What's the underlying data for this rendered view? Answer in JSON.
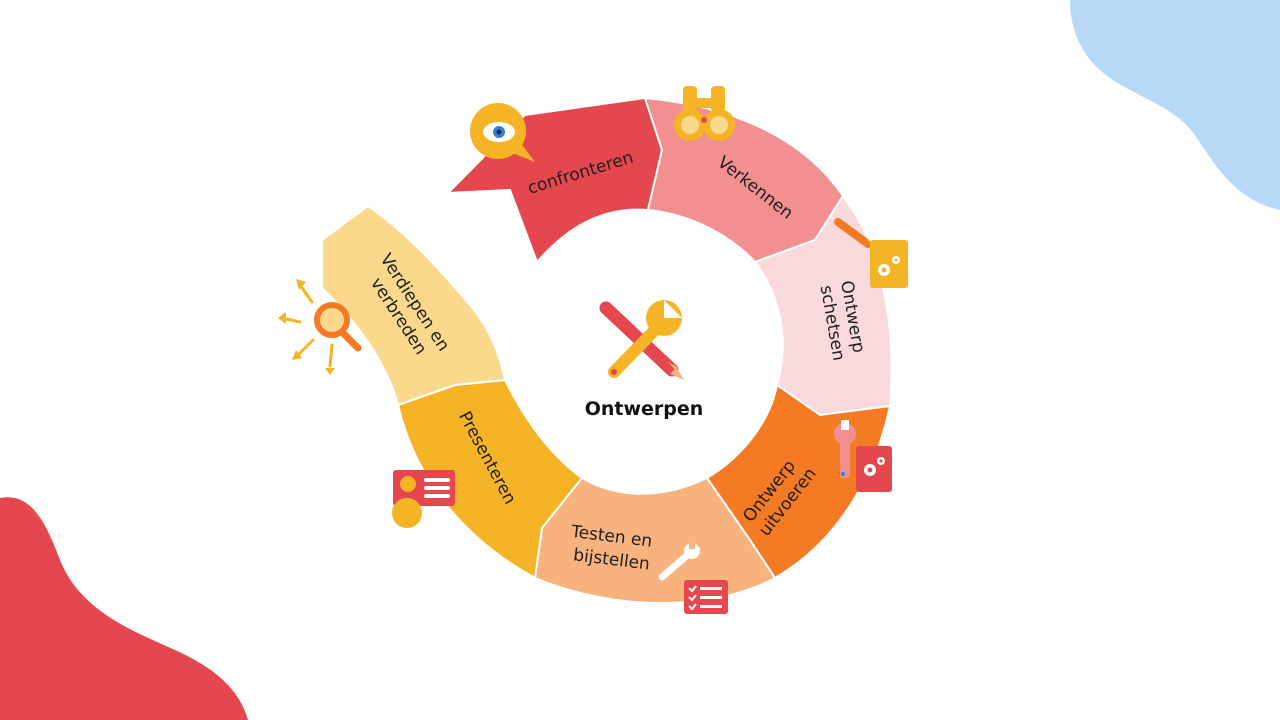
{
  "center": {
    "title": "Ontwerpen",
    "icon": "wrench-pencil-icon"
  },
  "segments": [
    {
      "id": "confronteren",
      "lines": [
        "confronteren"
      ],
      "color": "#E5474E",
      "icon": "eye-speech-bubble-icon"
    },
    {
      "id": "verkennen",
      "lines": [
        "Verkennen"
      ],
      "color": "#F28F90",
      "icon": "binoculars-icon"
    },
    {
      "id": "ontwerp-schetsen",
      "lines": [
        "Ontwerp",
        "schetsen"
      ],
      "color": "#FAD9DC",
      "icon": "pencil-gears-icon"
    },
    {
      "id": "ontwerp-uitvoeren",
      "lines": [
        "Ontwerp",
        "uitvoeren"
      ],
      "color": "#F47B23",
      "icon": "wrench-gears-icon"
    },
    {
      "id": "testen-en-bijstellen",
      "lines": [
        "Testen en",
        "bijstellen"
      ],
      "color": "#F7B27E",
      "icon": "wrench-checklist-icon"
    },
    {
      "id": "presenteren",
      "lines": [
        "Presenteren"
      ],
      "color": "#F5B326",
      "icon": "presenter-card-icon"
    },
    {
      "id": "verdiepen-en-verbreden",
      "lines": [
        "Verdiepen en",
        "verbreden"
      ],
      "color": "#FAD98C",
      "icon": "magnifier-arrows-icon"
    }
  ],
  "palette": {
    "red": "#E5474E",
    "yellow": "#F5B326",
    "orange": "#F47B23",
    "blob_blue": "#B8D8F7"
  }
}
